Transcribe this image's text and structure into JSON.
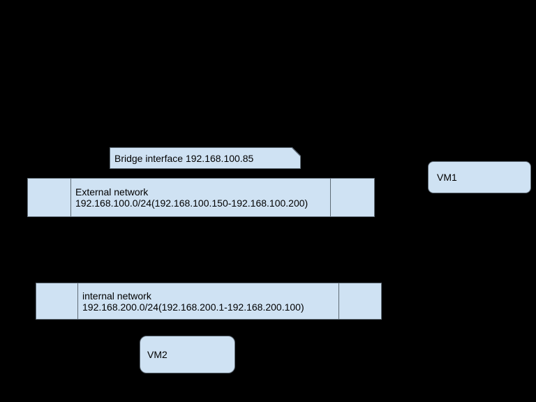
{
  "colors": {
    "background": "#000000",
    "shape_fill": "#cfe2f3",
    "shape_border": "#5f6b76",
    "text": "#000000"
  },
  "diagram": {
    "bridge_note": {
      "label": "Bridge interface 192.168.100.85"
    },
    "external_network": {
      "line1": "External network",
      "line2": "192.168.100.0/24(192.168.100.150-192.168.100.200)"
    },
    "internal_network": {
      "line1": "internal network",
      "line2": "192.168.200.0/24(192.168.200.1-192.168.200.100)"
    },
    "vm1": {
      "label": "VM1"
    },
    "vm2": {
      "label": "VM2"
    }
  }
}
